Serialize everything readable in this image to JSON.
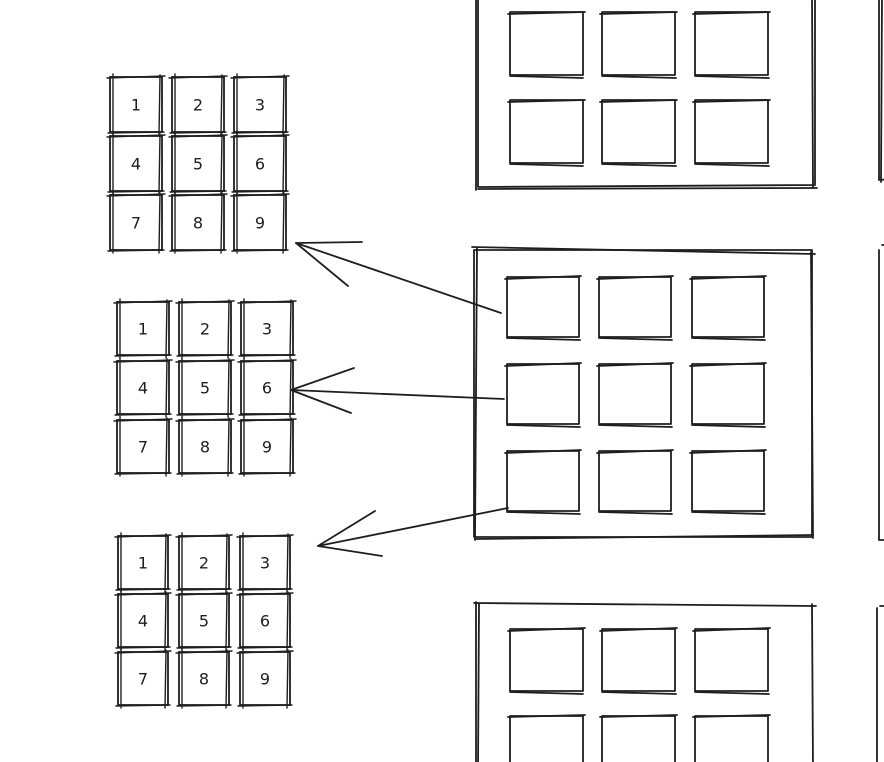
{
  "colors": {
    "stroke": "#1e1e1e",
    "background": "#ffffff"
  },
  "keypads": [
    {
      "name": "keypad-top",
      "keys": [
        "1",
        "2",
        "3",
        "4",
        "5",
        "6",
        "7",
        "8",
        "9"
      ]
    },
    {
      "name": "keypad-middle",
      "keys": [
        "1",
        "2",
        "3",
        "4",
        "5",
        "6",
        "7",
        "8",
        "9"
      ]
    },
    {
      "name": "keypad-bottom",
      "keys": [
        "1",
        "2",
        "3",
        "4",
        "5",
        "6",
        "7",
        "8",
        "9"
      ]
    }
  ]
}
